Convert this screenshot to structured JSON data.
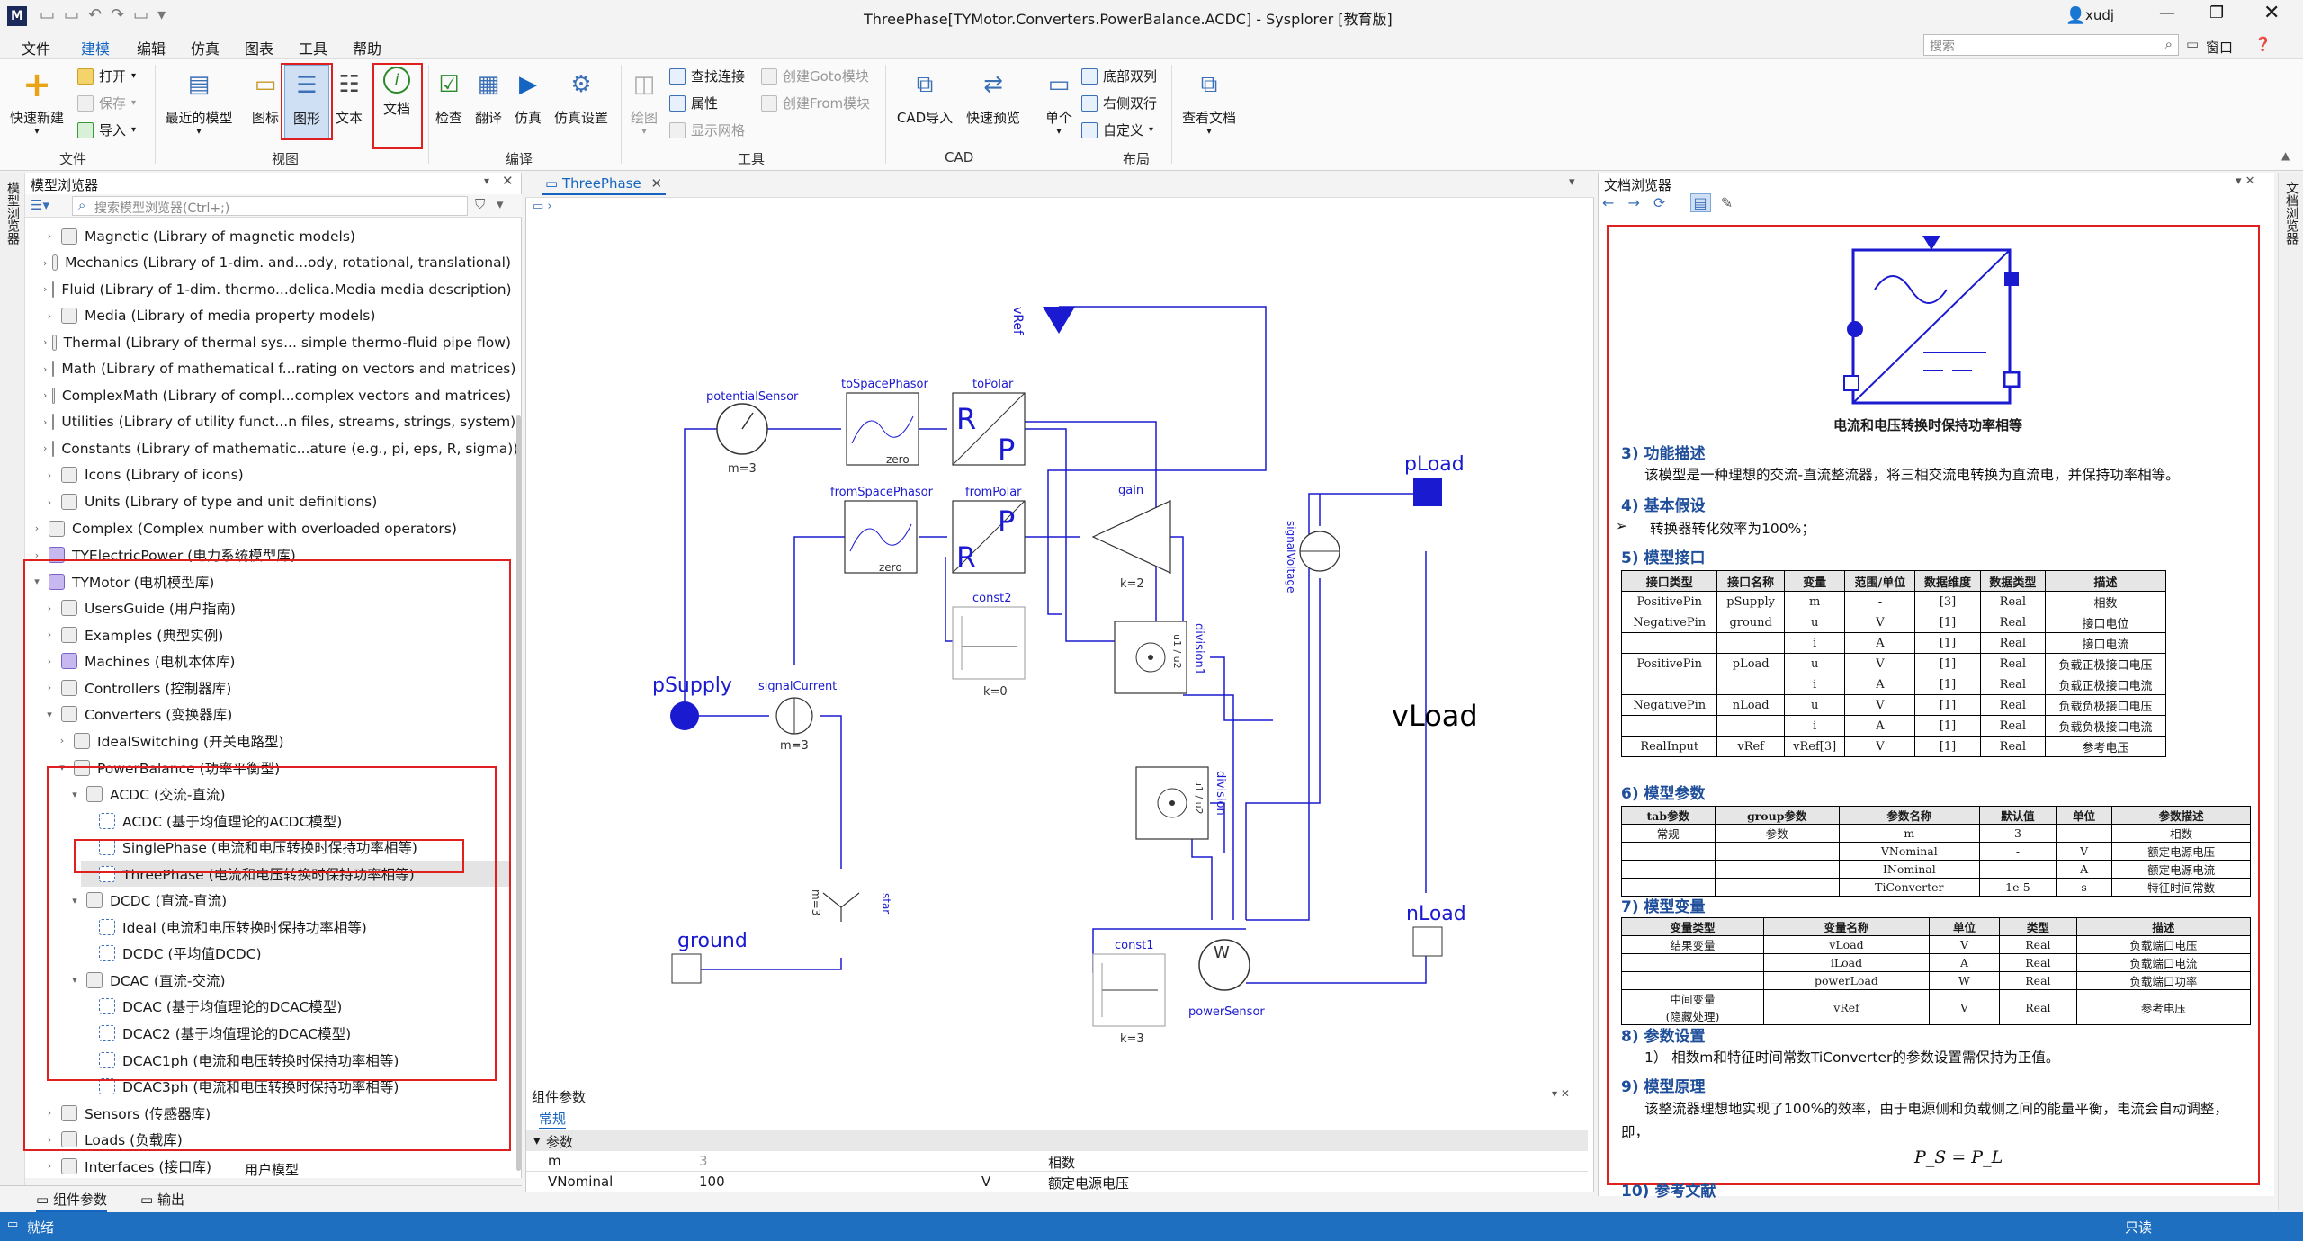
{
  "window": {
    "title": "ThreePhase[TYMotor.Converters.PowerBalance.ACDC] - Sysplorer [教育版]",
    "user": "xudj",
    "window_menu": "窗口",
    "search_placeholder": "搜索"
  },
  "menu": [
    "文件",
    "建模",
    "编辑",
    "仿真",
    "图表",
    "工具",
    "帮助"
  ],
  "ribbon": {
    "quick_new": "快速新建",
    "open": "打开",
    "save": "保存",
    "import": "导入",
    "group_file": "文件",
    "recent": "最近的模型",
    "icon": "图标",
    "diagram": "图形",
    "text": "文本",
    "doc": "文档",
    "group_view": "视图",
    "check": "检查",
    "translate": "翻译",
    "simulate": "仿真",
    "sim_settings": "仿真设置",
    "group_compile": "编译",
    "draw": "绘图",
    "find_conn": "查找连接",
    "props": "属性",
    "show_grid": "显示网格",
    "create_goto": "创建Goto模块",
    "create_from": "创建From模块",
    "group_tools": "工具",
    "cad_import": "CAD导入",
    "quick_preview": "快速预览",
    "group_cad": "CAD",
    "single": "单个",
    "bottom_dual": "底部双列",
    "right_dual": "右侧双行",
    "custom": "自定义",
    "group_layout": "布局",
    "view_doc": "查看文档"
  },
  "left_panel": {
    "title": "模型浏览器",
    "search_placeholder": "搜索模型浏览器(Ctrl+;)",
    "strip_label": "模型浏览器",
    "footer": "用户模型",
    "items": [
      {
        "label": "Magnetic (Library of magnetic models)"
      },
      {
        "label": "Mechanics (Library of 1-dim. and...ody, rotational, translational)"
      },
      {
        "label": "Fluid (Library of 1-dim. thermo...delica.Media media description)"
      },
      {
        "label": "Media (Library of media property models)"
      },
      {
        "label": "Thermal (Library of thermal sys... simple thermo-fluid pipe flow)"
      },
      {
        "label": "Math (Library of mathematical f...rating on vectors and matrices)"
      },
      {
        "label": "ComplexMath (Library of compl...complex vectors and matrices)"
      },
      {
        "label": "Utilities (Library of utility funct...n files, streams, strings, system))"
      },
      {
        "label": "Constants (Library of mathematic...ature (e.g., pi, eps, R, sigma))"
      },
      {
        "label": "Icons (Library of icons)"
      },
      {
        "label": "Units (Library of type and unit definitions)"
      },
      {
        "label": "Complex (Complex number with overloaded operators)"
      },
      {
        "label": "TYElectricPower (电力系统模型库)"
      },
      {
        "label": "TYMotor (电机模型库)"
      },
      {
        "label": "UsersGuide (用户指南)"
      },
      {
        "label": "Examples (典型实例)"
      },
      {
        "label": "Machines (电机本体库)"
      },
      {
        "label": "Controllers (控制器库)"
      },
      {
        "label": "Converters (变换器库)"
      },
      {
        "label": "IdealSwitching (开关电路型)"
      },
      {
        "label": "PowerBalance (功率平衡型)"
      },
      {
        "label": "ACDC (交流-直流)"
      },
      {
        "label": "ACDC (基于均值理论的ACDC模型)"
      },
      {
        "label": "SinglePhase (电流和电压转换时保持功率相等)"
      },
      {
        "label": "ThreePhase (电流和电压转换时保持功率相等)"
      },
      {
        "label": "DCDC (直流-直流)"
      },
      {
        "label": "Ideal (电流和电压转换时保持功率相等)"
      },
      {
        "label": "DCDC (平均值DCDC)"
      },
      {
        "label": "DCAC (直流-交流)"
      },
      {
        "label": "DCAC (基于均值理论的DCAC模型)"
      },
      {
        "label": "DCAC2 (基于均值理论的DCAC模型)"
      },
      {
        "label": "DCAC1ph (电流和电压转换时保持功率相等)"
      },
      {
        "label": "DCAC3ph (电流和电压转换时保持功率相等)"
      },
      {
        "label": "Sensors (传感器库)"
      },
      {
        "label": "Loads (负载库)"
      },
      {
        "label": "Interfaces (接口库)"
      }
    ]
  },
  "center": {
    "tab": "ThreePhase",
    "diagram": {
      "vRef": "vRef",
      "potentialSensor": "potentialSensor",
      "m3a": "m=3",
      "toSpacePhasor": "toSpacePhasor",
      "zero1": "zero",
      "toPolar": "toPolar",
      "fromSpacePhasor": "fromSpacePhasor",
      "zero2": "zero",
      "fromPolar": "fromPolar",
      "gain": "gain",
      "k2": "k=2",
      "const2": "const2",
      "k0": "k=0",
      "pLoad": "pLoad",
      "signalVoltage": "signalVoltage",
      "pSupply": "pSupply",
      "signalCurrent": "signalCurrent",
      "m3b": "m=3",
      "division1": "division1",
      "u1u2a": "u1 / u2",
      "vLoad": "vLoad",
      "division": "division",
      "u1u2b": "u1 / u2",
      "m3c": "m=3",
      "star": "star",
      "ground": "ground",
      "const1": "const1",
      "k3": "k=3",
      "powerSensor": "powerSensor",
      "nLoad": "nLoad",
      "R1": "R",
      "P1": "P",
      "R2": "R",
      "P2": "P",
      "W": "W"
    }
  },
  "params": {
    "title": "组件参数",
    "tab": "常规",
    "group": "参数",
    "rows": [
      {
        "name": "m",
        "value": "3",
        "unit": "",
        "desc": "相数"
      },
      {
        "name": "VNominal",
        "value": "100",
        "unit": "V",
        "desc": "额定电源电压"
      }
    ]
  },
  "right_panel": {
    "title": "文档浏览器",
    "strip_label": "文档浏览器",
    "fig_caption": "电流和电压转换时保持功率相等",
    "s3_title": "3)   功能描述",
    "s3_text": "该模型是一种理想的交流-直流整流器，将三相交流电转换为直流电，并保持功率相等。",
    "s4_title": "4)   基本假设",
    "s4_text": "转换器转化效率为100%；",
    "s5_title": "5)   模型接口",
    "iface_headers": [
      "接口类型",
      "接口名称",
      "变量",
      "范围/单位",
      "数据维度",
      "数据类型",
      "描述"
    ],
    "iface_rows": [
      [
        "PositivePin",
        "pSupply",
        "m",
        "-",
        "[3]",
        "Real",
        "相数"
      ],
      [
        "NegativePin",
        "ground",
        "u",
        "V",
        "[1]",
        "Real",
        "接口电位"
      ],
      [
        "",
        "",
        "i",
        "A",
        "[1]",
        "Real",
        "接口电流"
      ],
      [
        "PositivePin",
        "pLoad",
        "u",
        "V",
        "[1]",
        "Real",
        "负载正极接口电压"
      ],
      [
        "",
        "",
        "i",
        "A",
        "[1]",
        "Real",
        "负载正极接口电流"
      ],
      [
        "NegativePin",
        "nLoad",
        "u",
        "V",
        "[1]",
        "Real",
        "负载负极接口电压"
      ],
      [
        "",
        "",
        "i",
        "A",
        "[1]",
        "Real",
        "负载负极接口电流"
      ],
      [
        "RealInput",
        "vRef",
        "vRef[3]",
        "V",
        "[1]",
        "Real",
        "参考电压"
      ]
    ],
    "s6_title": "6)   模型参数",
    "param_headers": [
      "tab参数",
      "group参数",
      "参数名称",
      "默认值",
      "单位",
      "参数描述"
    ],
    "param_rows": [
      [
        "常规",
        "参数",
        "m",
        "3",
        "",
        "相数"
      ],
      [
        "",
        "",
        "VNominal",
        "-",
        "V",
        "额定电源电压"
      ],
      [
        "",
        "",
        "INominal",
        "-",
        "A",
        "额定电源电流"
      ],
      [
        "",
        "",
        "TiConverter",
        "1e-5",
        "s",
        "特征时间常数"
      ]
    ],
    "s7_title": "7)   模型变量",
    "var_headers": [
      "变量类型",
      "变量名称",
      "单位",
      "类型",
      "描述"
    ],
    "var_rows": [
      [
        "结果变量",
        "vLoad",
        "V",
        "Real",
        "负载端口电压"
      ],
      [
        "",
        "iLoad",
        "A",
        "Real",
        "负载端口电流"
      ],
      [
        "",
        "powerLoad",
        "W",
        "Real",
        "负载端口功率"
      ],
      [
        "中间变量\n(隐藏处理)",
        "vRef",
        "V",
        "Real",
        "参考电压"
      ]
    ],
    "s8_title": "8)   参数设置",
    "s8_text": "1）  相数m和特征时间常数TiConverter的参数设置需保持为正值。",
    "s9_title": "9)   模型原理",
    "s9_text": "该整流器理想地实现了100%的效率，由于电源侧和负载侧之间的能量平衡，电流会自动调整，即，",
    "formula": "P_S = P_L",
    "s10_title": "10)  参考文献"
  },
  "bottom_tabs": [
    "组件参数",
    "输出"
  ],
  "status": {
    "left": "就绪",
    "right": "只读"
  }
}
